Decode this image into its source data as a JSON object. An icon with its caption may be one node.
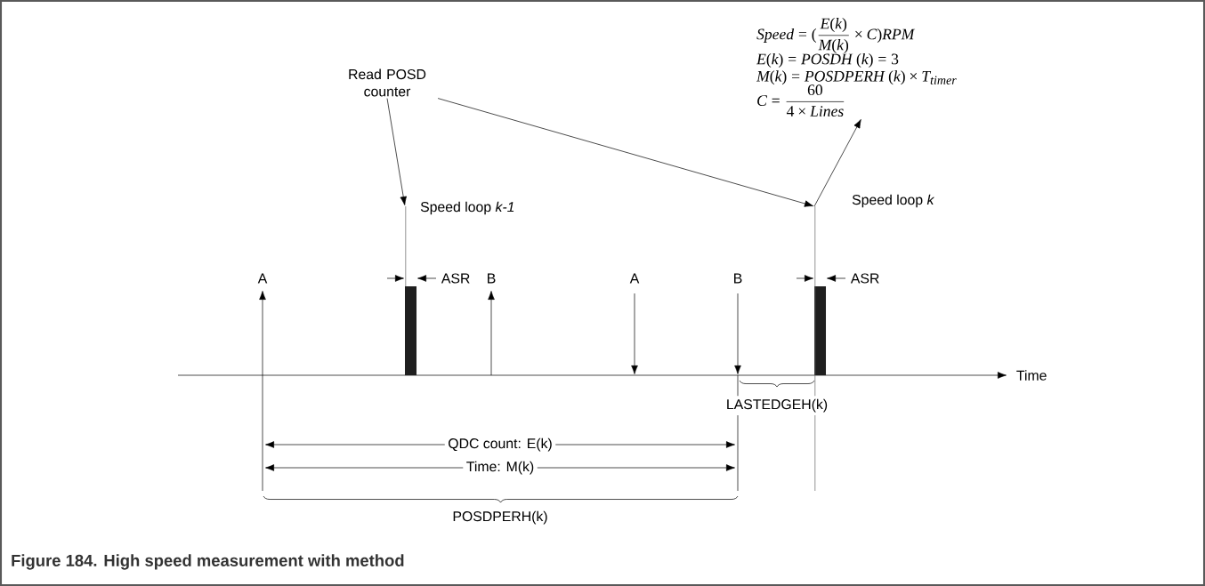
{
  "diagram": {
    "caption": "Figure 184. High speed measurement with method",
    "nodes": [
      {
        "text": [
          "Read POSD counter"
        ]
      },
      {
        "text": [],
        "shape": "bar",
        "beside": [
          "Speed loop *k-1*"
        ]
      },
      {
        "text": [],
        "shape": "bar",
        "beside": [
          "Speed loop *k*"
        ]
      },
      {
        "text": [
          "Speed = (\\frac{E(k)}{M(k)} \\mathbin{\\mbox{×}} C)RPM",
          "E(k) = POSDH\\ (k) = 3",
          "M(k) = POSDPERH\\ (k) \\mathbin{\\mbox{×}} T_{timer}",
          "C = \\frac{60}{4 \\mathbin{\\mbox{×}} Lines}"
        ]
      }
    ],
    "edges": [
      {
        "from": 0,
        "to": 1,
        "arrow": "to"
      },
      {
        "from": 0,
        "to": 2,
        "arrow": "to"
      },
      {
        "from": 2,
        "to": 3,
        "arrow": "to"
      }
    ],
    "labels": [
      "A",
      "ASR",
      "B",
      "A",
      "B",
      "ASR",
      "Time",
      "LASTEDGEH(k)",
      "QDC count: E(k)",
      "Time: M(k)",
      "POSDPERH(k)"
    ]
  }
}
